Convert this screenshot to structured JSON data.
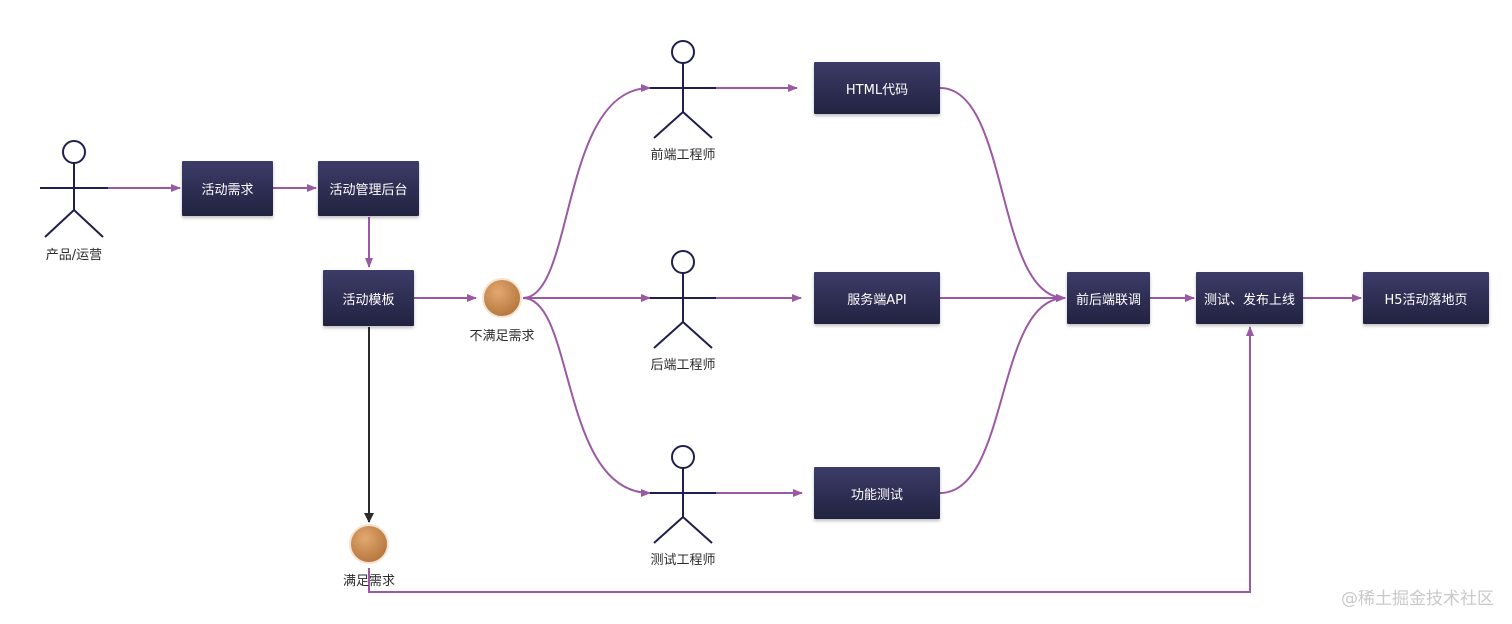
{
  "actors": {
    "product_ops": "产品/运营",
    "frontend_engineer": "前端工程师",
    "backend_engineer": "后端工程师",
    "test_engineer": "测试工程师"
  },
  "nodes": {
    "activity_requirement": "活动需求",
    "admin_backend": "活动管理后台",
    "activity_template": "活动模板",
    "html_code": "HTML代码",
    "server_api": "服务端API",
    "function_test": "功能测试",
    "integration": "前后端联调",
    "test_release": "测试、发布上线",
    "h5_landing": "H5活动落地页"
  },
  "decisions": {
    "not_satisfied": "不满足需求",
    "satisfied": "满足需求"
  },
  "watermark": "@稀土掘金技术社区",
  "colors": {
    "box_top": "#3c3c68",
    "box_bottom": "#222241",
    "flow_line": "#9b59a3",
    "direct_line": "#2b2b2b",
    "actor_stroke": "#1f1f4d",
    "decision_fill": "#c98a52"
  }
}
